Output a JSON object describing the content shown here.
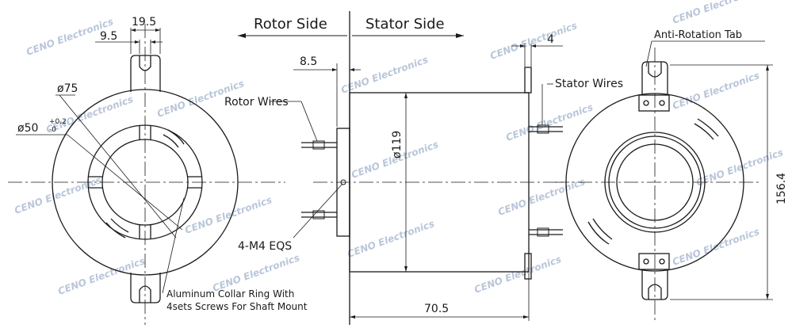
{
  "labels": {
    "rotor_side": "Rotor Side",
    "stator_side": "Stator Side",
    "rotor_wires": "Rotor Wires",
    "stator_wires": "Stator Wires",
    "anti_rotation_tab": "Anti-Rotation Tab",
    "m4": "4-M4  EQS",
    "collar_line1": "Aluminum Collar Ring With",
    "collar_line2": "4sets Screws For Shaft Mount"
  },
  "dimensions": {
    "d19_5": "19.5",
    "d9_5": "9.5",
    "phi75": "ø75",
    "phi50": "ø50",
    "phi50_tol_upper": "+0.2",
    "phi50_tol_lower": "-0",
    "d8_5": "8.5",
    "phi119": "ø119",
    "d70_5": "70.5",
    "d4": "4",
    "d156_4": "156.4"
  },
  "watermark": "CENO Electronics",
  "colors": {
    "line": "#1a1a1a",
    "watermark": "#b9c6d9"
  }
}
